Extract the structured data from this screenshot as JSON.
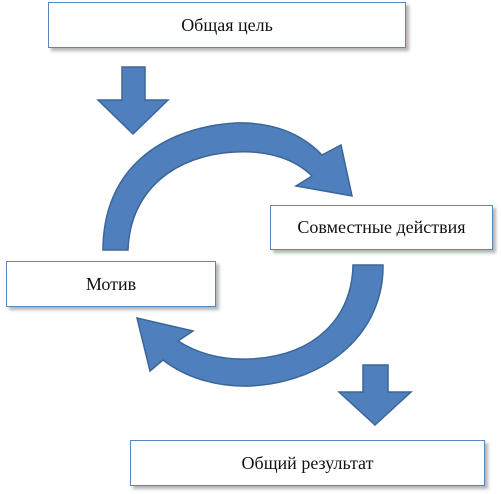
{
  "boxes": {
    "goal": "Общая цель",
    "action": "Совместные действия",
    "motive": "Мотив",
    "result": "Общий результат"
  },
  "colors": {
    "arrow_fill": "#4f7fbd",
    "arrow_stroke": "#3b6699",
    "box_border": "#5a86b8"
  },
  "icons": [
    "down-arrow-icon",
    "curved-arrow-icon"
  ]
}
